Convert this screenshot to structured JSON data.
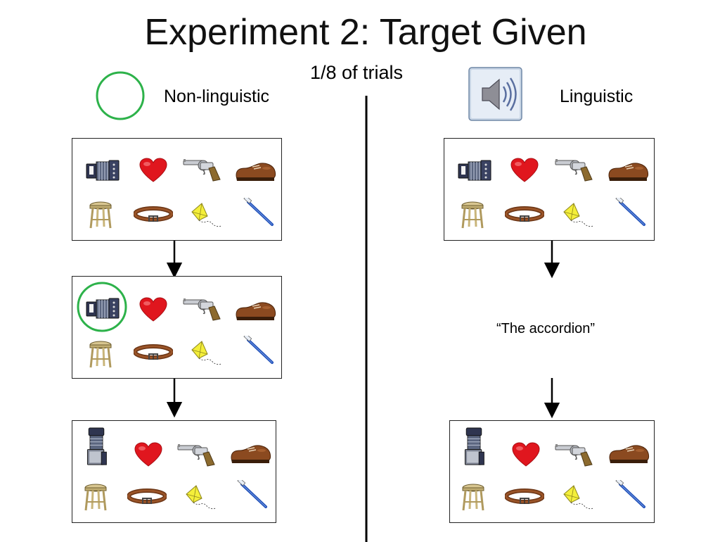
{
  "slide": {
    "title": "Experiment 2: Target Given",
    "subtitle": "1/8 of trials",
    "left_label": "Non-linguistic",
    "right_label": "Linguistic",
    "quote": "“The accordion”"
  },
  "icons": {
    "left_header": "green-circle-icon",
    "right_header": "speaker-icon",
    "items": [
      "accordion-icon",
      "heart-icon",
      "revolver-icon",
      "shoe-icon",
      "stool-icon",
      "belt-icon",
      "kite-icon",
      "toothbrush-icon"
    ]
  },
  "colors": {
    "highlight_green": "#2DB24A",
    "heart_red": "#E0161E",
    "shoe_brown": "#8B4A20",
    "kite_yellow": "#F4EF3A",
    "toothbrush_blue": "#1F4FB8",
    "speaker_bg": "#C9D6E6"
  },
  "steps": {
    "left": [
      "display",
      "target-circled",
      "accordion-opened"
    ],
    "right": [
      "display",
      "target-spoken",
      "accordion-opened"
    ]
  }
}
